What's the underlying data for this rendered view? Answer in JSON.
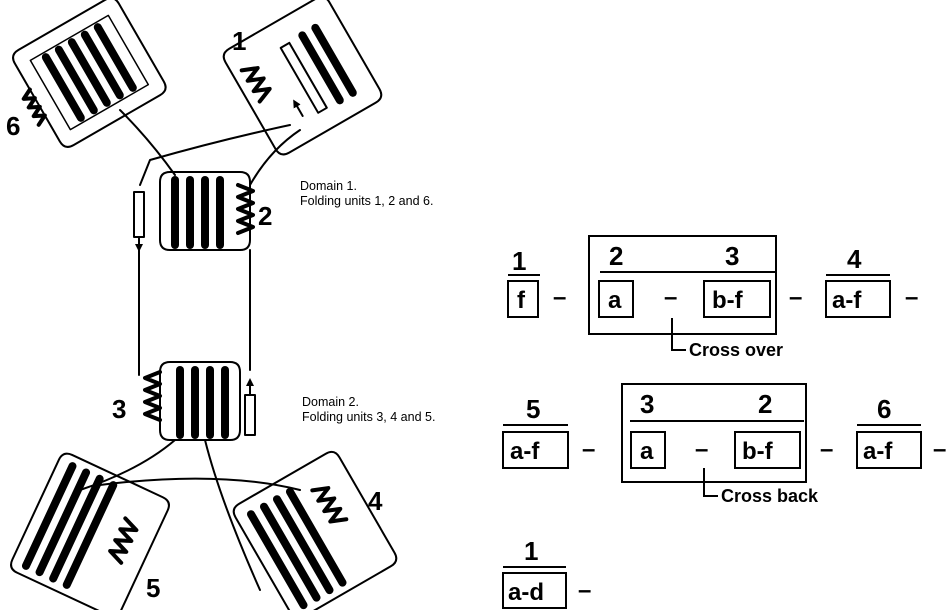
{
  "structure": {
    "unit_labels": [
      "1",
      "2",
      "3",
      "4",
      "5",
      "6"
    ],
    "domains": [
      {
        "title": "Domain 1.",
        "subtitle": "Folding units 1, 2 and 6."
      },
      {
        "title": "Domain 2.",
        "subtitle": "Folding units 3, 4 and 5."
      }
    ]
  },
  "topology": {
    "row1": {
      "blocks": [
        {
          "num": "1",
          "box": "f"
        },
        {
          "num": "2",
          "box": "a"
        },
        {
          "num": "3",
          "box": "b-f"
        },
        {
          "num": "4",
          "box": "a-f"
        }
      ],
      "annotation": "Cross over"
    },
    "row2": {
      "blocks": [
        {
          "num": "5",
          "box": "a-f"
        },
        {
          "num": "3",
          "box": "a"
        },
        {
          "num": "2",
          "box": "b-f"
        },
        {
          "num": "6",
          "box": "a-f"
        }
      ],
      "annotation": "Cross back"
    },
    "row3": {
      "blocks": [
        {
          "num": "1",
          "box": "a-d"
        }
      ]
    },
    "dash": "–"
  }
}
